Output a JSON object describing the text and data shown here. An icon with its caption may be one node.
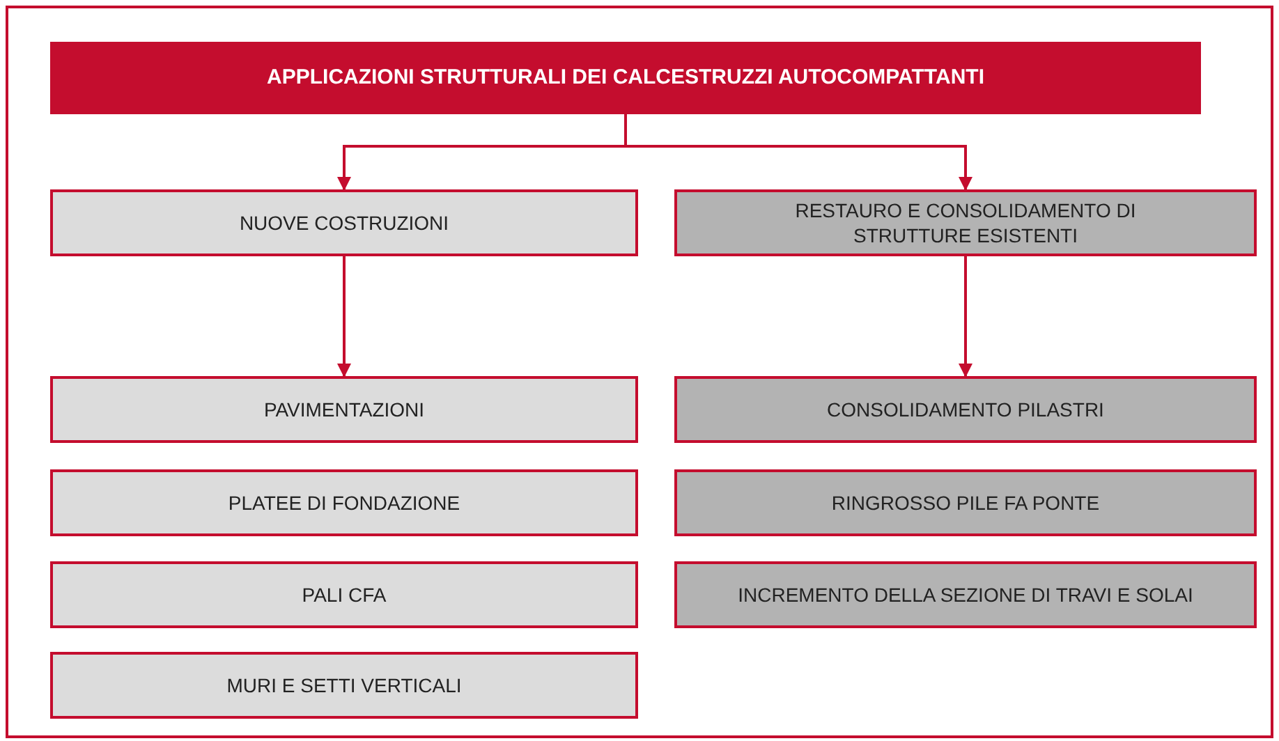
{
  "diagram": {
    "nodes": [
      {
        "text": [
          "APPLICAZIONI STRUTTURALI DEI CALCESTRUZZI AUTOCOMPATTANTI"
        ]
      },
      {
        "text": [
          "NUOVE COSTRUZIONI"
        ]
      },
      {
        "text": [
          "RESTAURO E CONSOLIDAMENTO DI STRUTTURE ESISTENTI"
        ]
      },
      {
        "text": [
          "PAVIMENTAZIONI"
        ]
      },
      {
        "text": [
          "PLATEE DI FONDAZIONE"
        ]
      },
      {
        "text": [
          "PALI CFA"
        ]
      },
      {
        "text": [
          "MURI E SETTI VERTICALI"
        ]
      },
      {
        "text": [
          "CONSOLIDAMENTO PILASTRI"
        ]
      },
      {
        "text": [
          "RINGROSSO PILE FA PONTE"
        ]
      },
      {
        "text": [
          "INCREMENTO DELLA SEZIONE DI TRAVI E SOLAI"
        ]
      }
    ],
    "edges": [
      {
        "from": 0,
        "to": 1,
        "arrow": "to"
      },
      {
        "from": 0,
        "to": 2,
        "arrow": "to"
      },
      {
        "from": 1,
        "to": 3,
        "arrow": "to"
      },
      {
        "from": 2,
        "to": 7,
        "arrow": "to"
      }
    ]
  }
}
